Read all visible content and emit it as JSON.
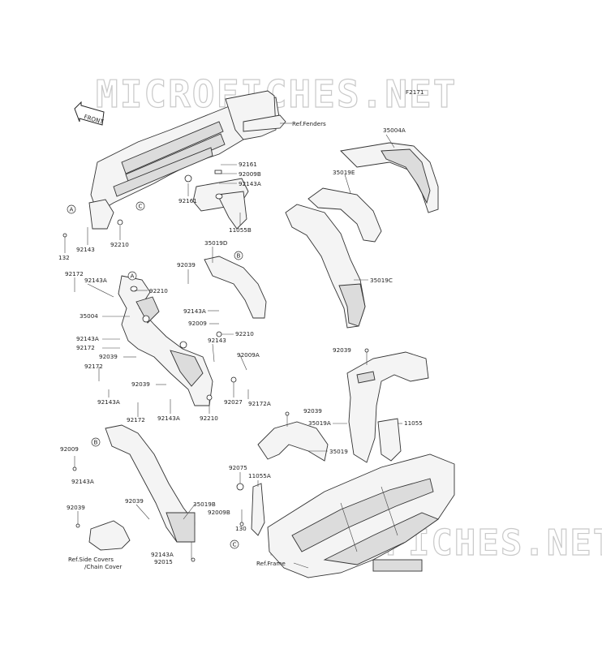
{
  "watermark_top": "MICROFICHES.NET",
  "watermark_bottom": "MICROFICHES.NET",
  "figure_code": "F2171",
  "front_arrow": "FRONT",
  "callout_letters": {
    "a": "A",
    "b": "B",
    "c": "C"
  },
  "labels": {
    "ref_fenders": "Ref.Fenders",
    "p35004A": "35004A",
    "p92161a": "92161",
    "p92009B_a": "92009B",
    "p92143A_a": "92143A",
    "p92161b": "92161",
    "p11055B": "11055B",
    "p35019E": "35019E",
    "p35019C": "35019C",
    "p92143_a": "92143",
    "p92210_a": "92210",
    "p132": "132",
    "p35019D": "35019D",
    "p92039_a": "92039",
    "p92172_a": "92172",
    "p92143A_b": "92143A",
    "p92210_b": "92210",
    "p35004": "35004",
    "p92143A_c": "92143A",
    "p92009_a": "92009",
    "p92143A_d": "92143A",
    "p92172_b": "92172",
    "p92210_c": "92210",
    "p92143_b": "92143",
    "p92039_b": "92039",
    "p92009A": "92009A",
    "p92172_c": "92172",
    "p92039_c": "92039",
    "p92143A_e": "92143A",
    "p92027": "92027",
    "p92172A": "92172A",
    "p92172_d": "92172",
    "p92143A_f": "92143A",
    "p92210_d": "92210",
    "p92039_d": "92039",
    "p92039_e": "92039",
    "p35019A": "35019A",
    "p11055": "11055",
    "p35019": "35019",
    "p92009_b": "92009",
    "p92143A_g": "92143A",
    "p92075": "92075",
    "p11055A": "11055A",
    "p92039_f": "92039",
    "p35019B": "35019B",
    "p92009B_b": "92009B",
    "p92039_g": "92039",
    "p130": "130",
    "p92143A_h": "92143A",
    "p92015": "92015",
    "ref_side_covers_1": "Ref.Side Covers",
    "ref_side_covers_2": "/Chain Cover",
    "ref_frame": "Ref.Frame"
  },
  "colors": {
    "ink": "#222222",
    "watermark": "#c9c9c9",
    "background": "#ffffff"
  }
}
